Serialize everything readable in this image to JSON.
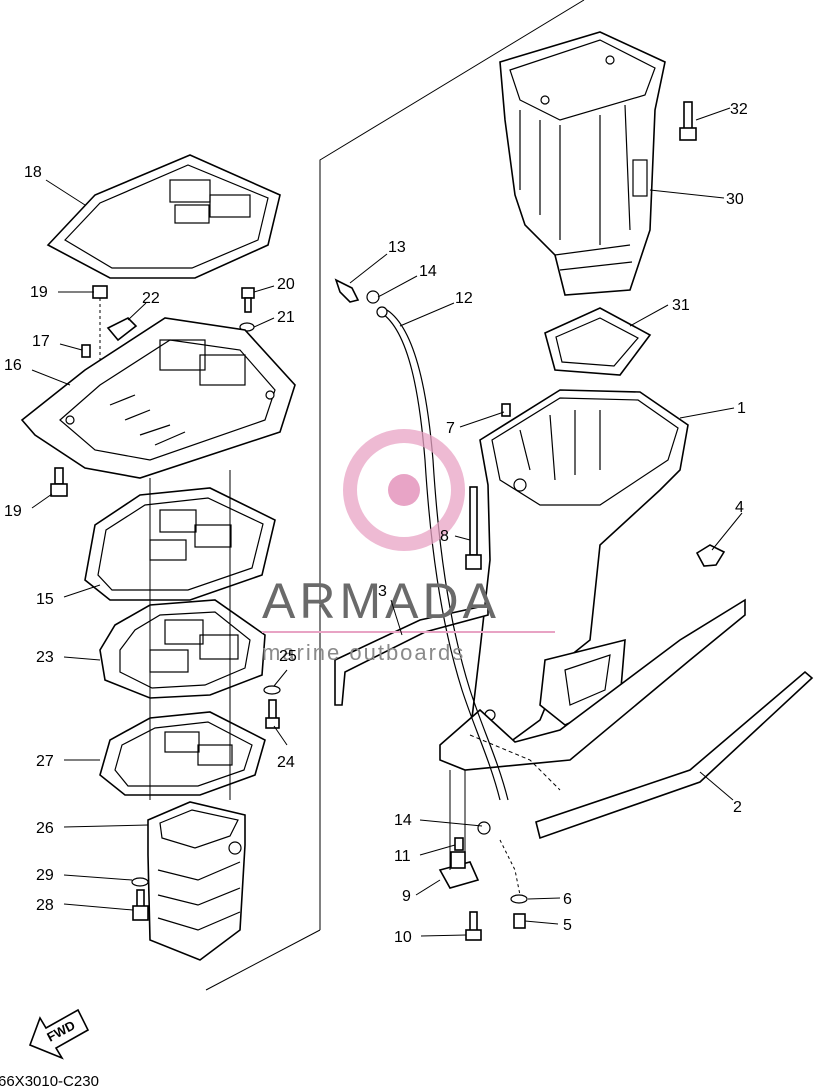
{
  "diagram": {
    "drawing_number": "66X3010-C230",
    "fwd_label": "FWD",
    "watermark": {
      "brand": "ARMADA",
      "tagline": "marine outboards",
      "logo_color": "#e8a3c4",
      "logo_hub_color": "#e59ac0",
      "text_color": "#6a6a6a"
    },
    "parts": {
      "p1": "1",
      "p2": "2",
      "p3": "3",
      "p4": "4",
      "p5": "5",
      "p6": "6",
      "p7": "7",
      "p8": "8",
      "p9": "9",
      "p10": "10",
      "p11": "11",
      "p12": "12",
      "p13": "13",
      "p14a": "14",
      "p14b": "14",
      "p15": "15",
      "p16": "16",
      "p17": "17",
      "p18": "18",
      "p19a": "19",
      "p19b": "19",
      "p20": "20",
      "p21": "21",
      "p22": "22",
      "p23": "23",
      "p24": "24",
      "p25": "25",
      "p26": "26",
      "p27": "27",
      "p28": "28",
      "p29": "29",
      "p30": "30",
      "p31": "31",
      "p32": "32"
    }
  }
}
